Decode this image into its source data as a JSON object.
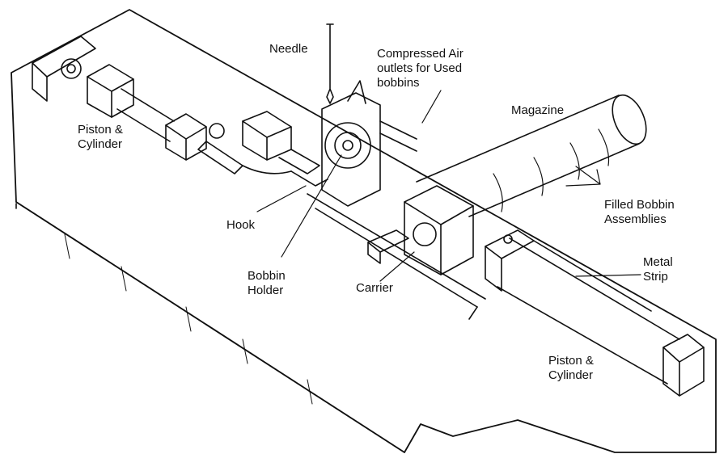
{
  "labels": {
    "needle": "Needle",
    "compressed_air": "Compressed Air\noutlets for Used\nbobbins",
    "magazine": "Magazine",
    "piston_left": "Piston &\nCylinder",
    "hook": "Hook",
    "bobbin_holder": "Bobbin\nHolder",
    "carrier": "Carrier",
    "filled_bobbin": "Filled Bobbin\nAssemblies",
    "metal_strip": "Metal\nStrip",
    "piston_right": "Piston &\nCylinder"
  }
}
